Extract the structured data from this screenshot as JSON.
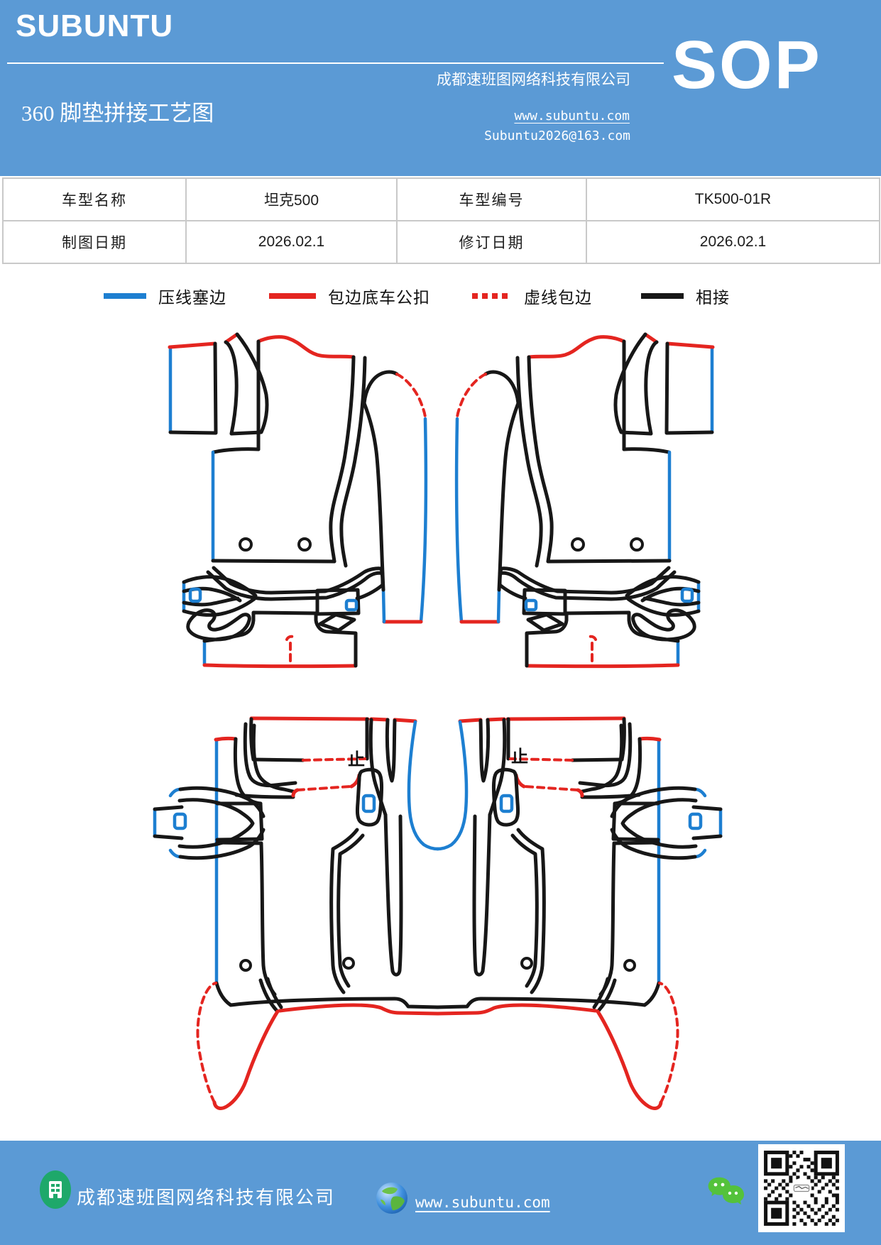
{
  "theme": {
    "header_bg": "#5b9ad5",
    "table_border": "#c9c9c9",
    "line_blue": "#1d7fd1",
    "line_red": "#e42520",
    "line_black": "#171717",
    "icon_green": "#1ea86a",
    "wechat_green": "#54c23b"
  },
  "header": {
    "logo": "SUBUNTU",
    "title": "360 脚垫拼接工艺图",
    "company": "成都速班图网络科技有限公司",
    "website": "www.subuntu.com",
    "email": "Subuntu2026@163.com",
    "badge": "SOP"
  },
  "info_table": {
    "rows": [
      [
        "车型名称",
        "坦克500",
        "车型编号",
        "TK500-01R"
      ],
      [
        "制图日期",
        "2026.02.1",
        "修订日期",
        "2026.02.1"
      ]
    ]
  },
  "legend": {
    "items": [
      {
        "label": "压线塞边",
        "style": "solid",
        "color": "#1d7fd1"
      },
      {
        "label": "包边底车公扣",
        "style": "solid",
        "color": "#e42520"
      },
      {
        "label": "虚线包边",
        "style": "dashed",
        "color": "#e42520"
      },
      {
        "label": "相接",
        "style": "solid",
        "color": "#171717"
      }
    ]
  },
  "diagram": {
    "stop_mark": "止",
    "views": [
      "front-left-mat",
      "front-right-mat",
      "rear-mat"
    ]
  },
  "footer": {
    "company": "成都速班图网络科技有限公司",
    "website": "www.subuntu.com"
  }
}
